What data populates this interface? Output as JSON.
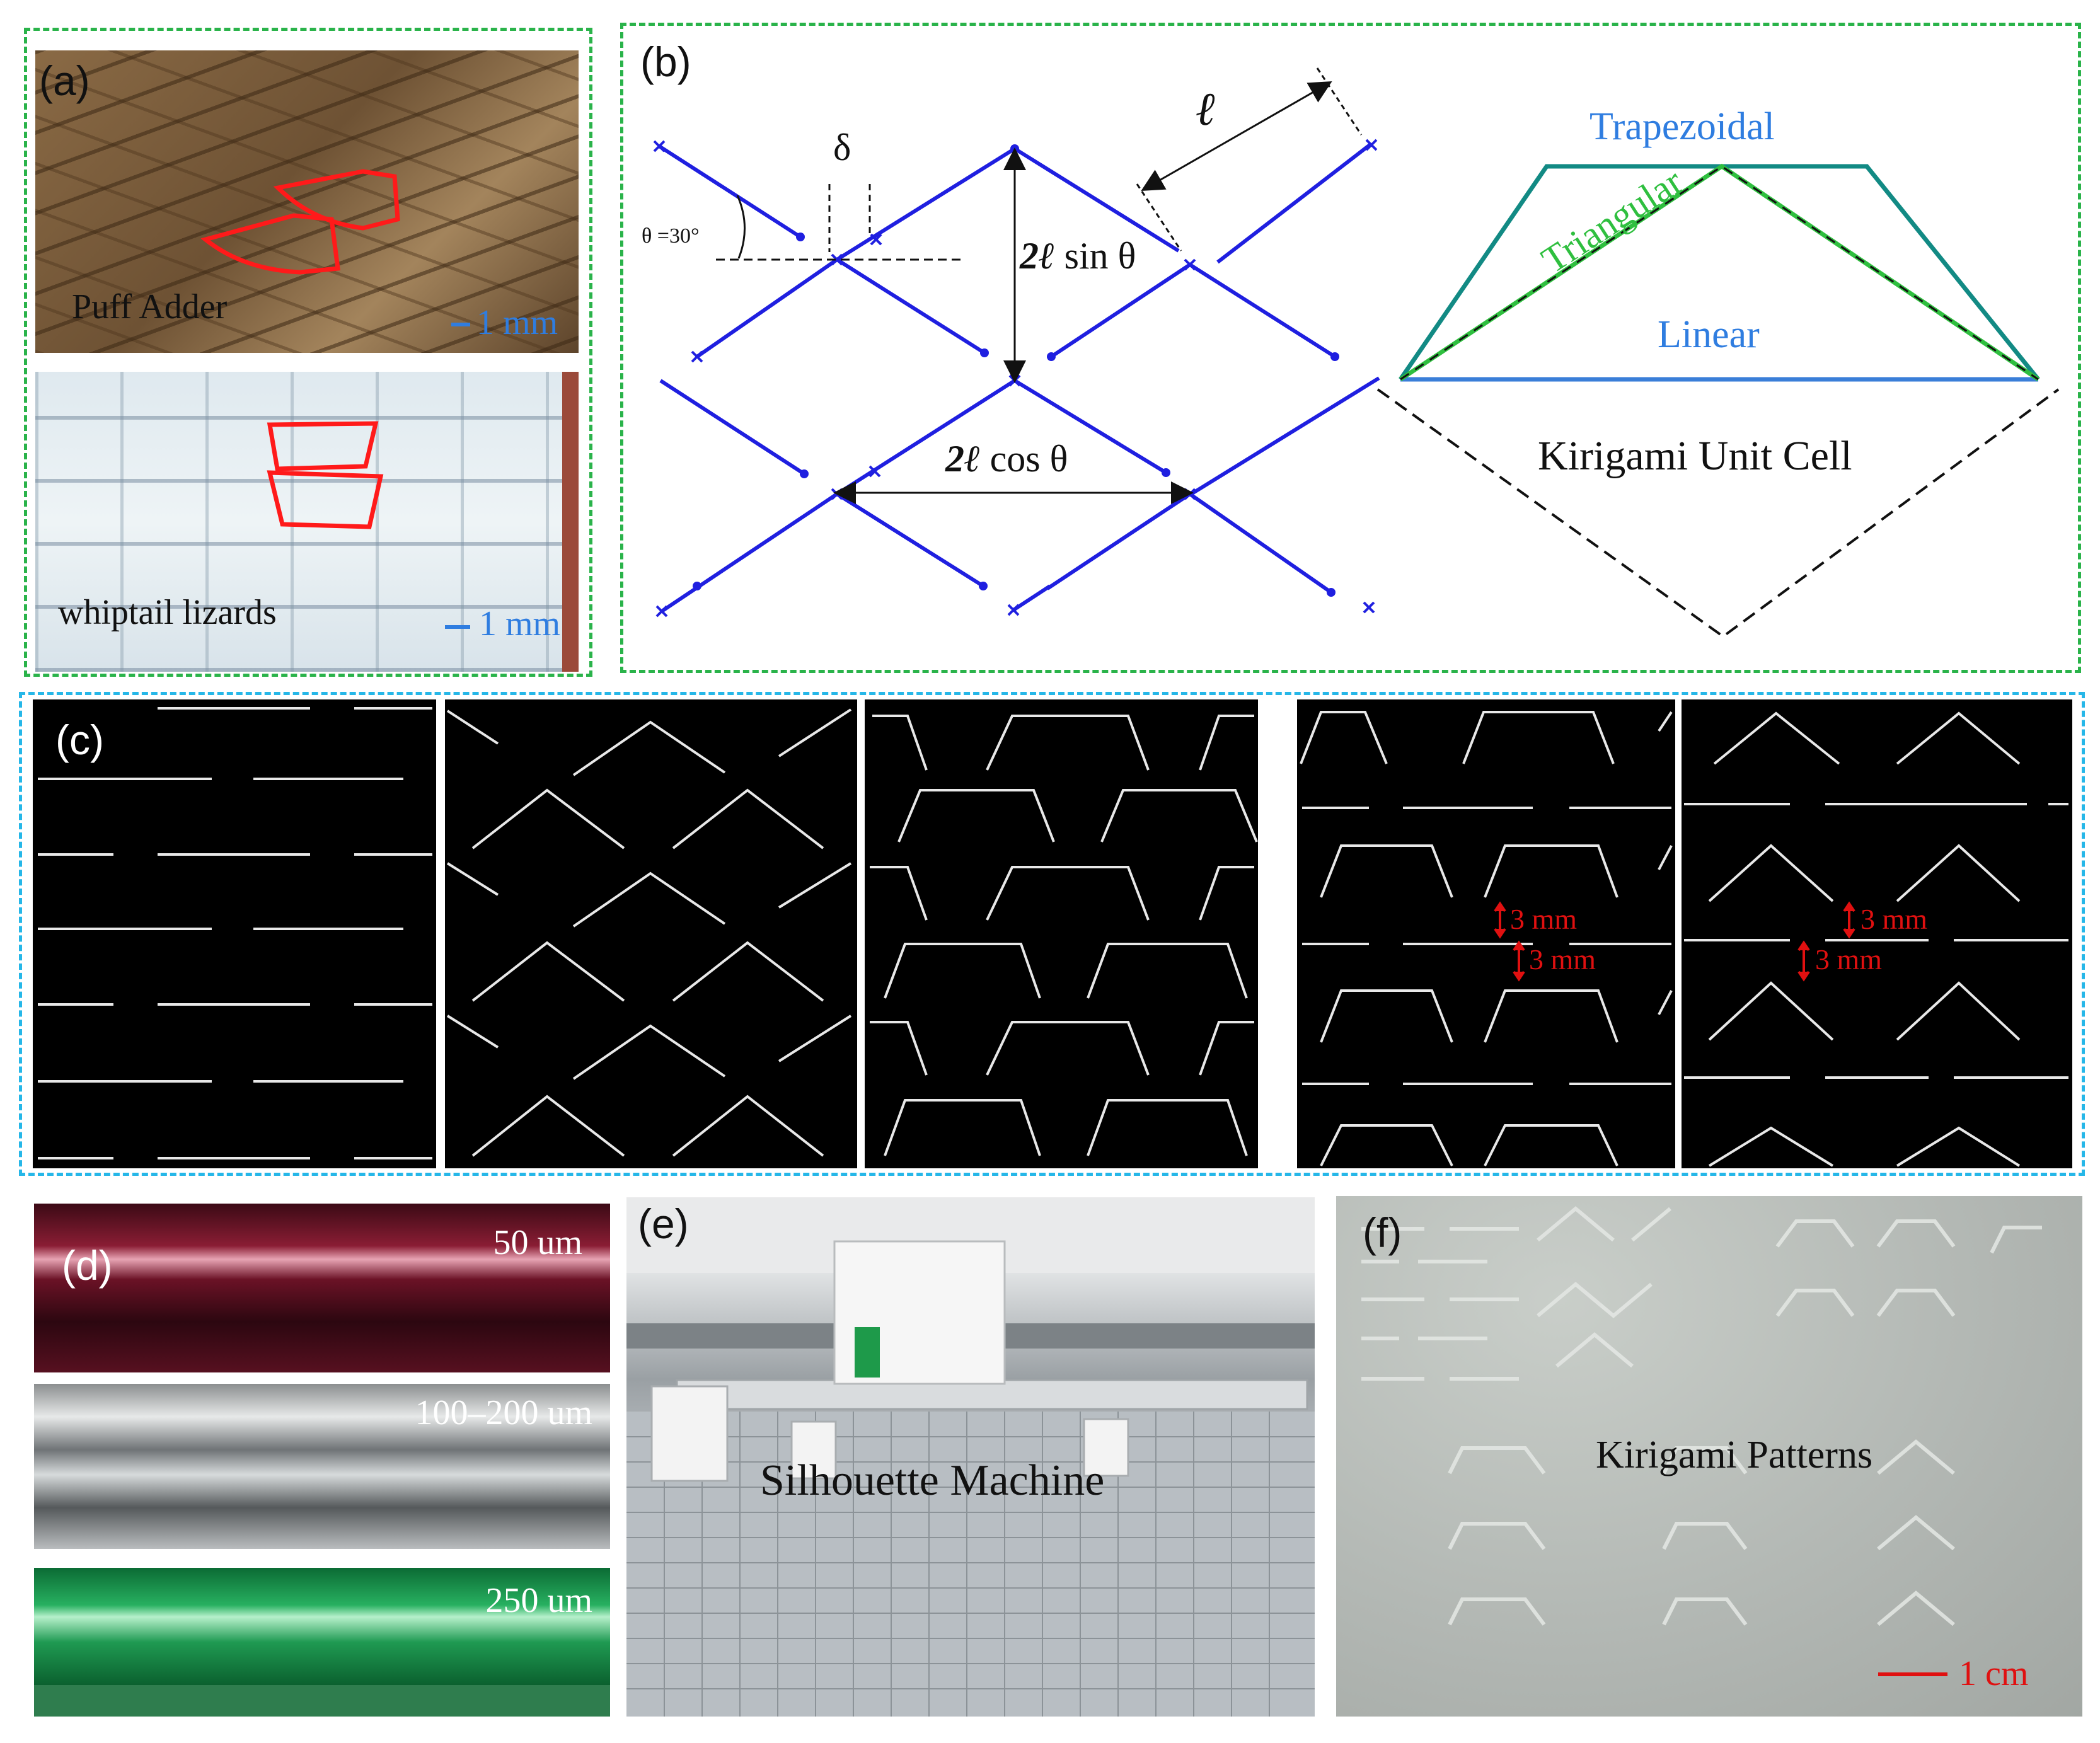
{
  "panels": {
    "a": {
      "label": "(a)",
      "top_caption": "Puff Adder",
      "top_scale": "1 mm",
      "bottom_caption": "whiptail lizards",
      "bottom_scale": "1 mm"
    },
    "b": {
      "label": "(b)",
      "delta": "δ",
      "theta": "θ =30°",
      "ell": "ℓ",
      "vertical_dim_bold": "2ℓ",
      "vertical_dim_rest": " sin θ",
      "horizontal_dim_bold": "2ℓ",
      "horizontal_dim_rest": " cos θ",
      "trapezoidal": "Trapezoidal",
      "triangular": "Triangular",
      "linear": "Linear",
      "unit_cell": "Kirigami Unit Cell",
      "colors": {
        "lattice": "#1f1fe0",
        "trapezoidal": "#128a84",
        "triangular": "#2fbf3f",
        "linear": "#3a7ed8"
      }
    },
    "c": {
      "label": "(c)",
      "gap_label_1": "3 mm",
      "gap_label_2": "3 mm",
      "gap_label_3": "3 mm",
      "gap_label_4": "3 mm",
      "annotation_color": "#e01010"
    },
    "d": {
      "label": "(d)",
      "film1": "50 um",
      "film2": "100–200 um",
      "film3": "250 um"
    },
    "e": {
      "label": "(e)",
      "caption": "Silhouette Machine"
    },
    "f": {
      "label": "(f)",
      "caption": "Kirigami Patterns",
      "scale": "1 cm"
    }
  }
}
